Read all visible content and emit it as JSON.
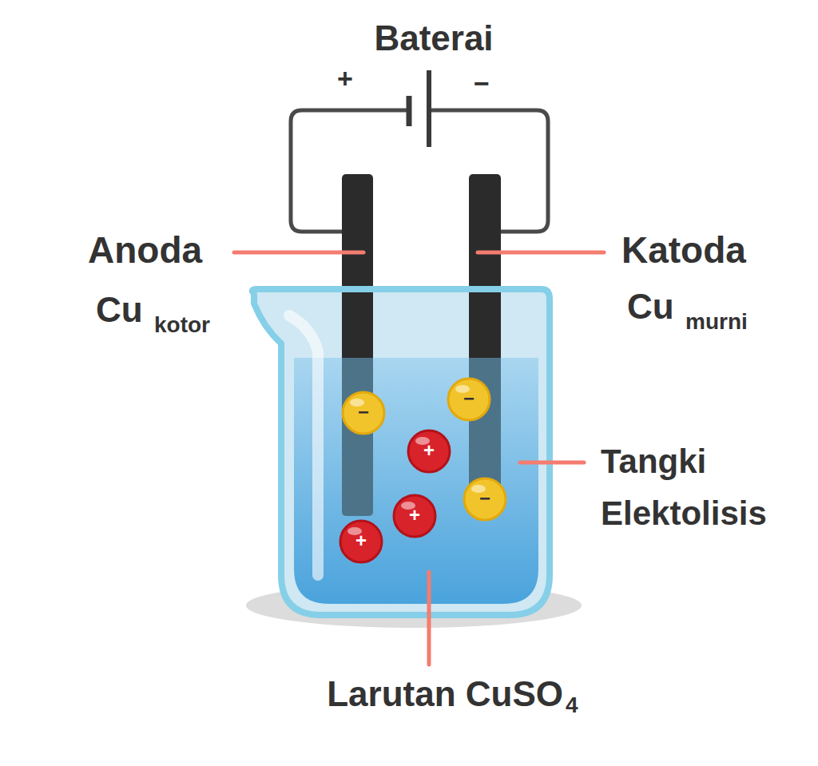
{
  "diagram": {
    "nodes": [
      {
        "text": [
          "−"
        ]
      },
      {
        "text": [
          "−"
        ]
      },
      {
        "text": [
          "+"
        ]
      },
      {
        "text": [
          "−"
        ]
      },
      {
        "text": [
          "+"
        ]
      },
      {
        "text": [
          "+"
        ]
      }
    ],
    "labels": [
      "Baterai",
      "+",
      "−",
      "Anoda",
      "Cu",
      "kotor",
      "Katoda",
      "Cu",
      "murni",
      "Tangki Elektolisis",
      "Larutan CuSO",
      "4"
    ]
  }
}
